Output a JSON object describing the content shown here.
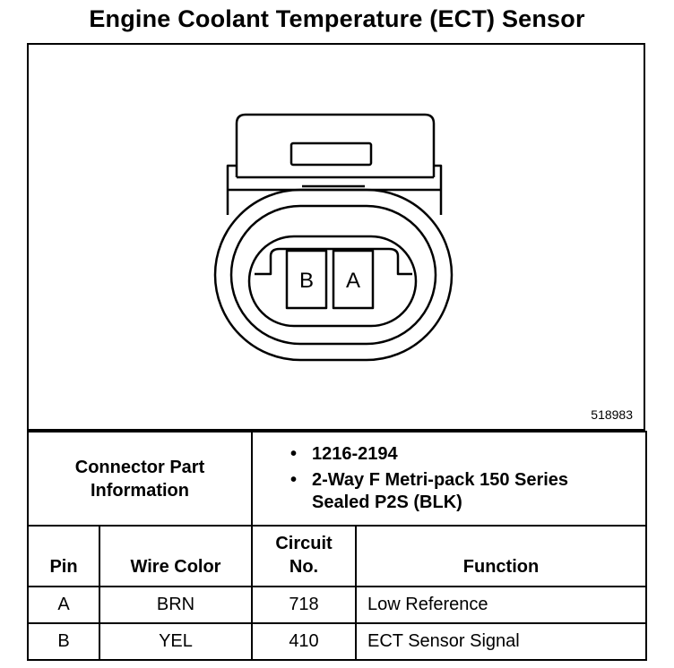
{
  "title": "Engine Coolant Temperature (ECT) Sensor",
  "diagram": {
    "pin_labels": [
      "B",
      "A"
    ],
    "reference_number": "518983"
  },
  "connector": {
    "label_line1": "Connector Part",
    "label_line2": "Information",
    "items": [
      "1216-2194",
      "2-Way F Metri-pack 150 Series",
      "Sealed P2S (BLK)"
    ]
  },
  "table": {
    "headers": {
      "pin": "Pin",
      "wire_color": "Wire Color",
      "circuit_line1": "Circuit",
      "circuit_line2": "No.",
      "function": "Function"
    },
    "rows": [
      {
        "pin": "A",
        "wire_color": "BRN",
        "circuit": "718",
        "function": "Low Reference"
      },
      {
        "pin": "B",
        "wire_color": "YEL",
        "circuit": "410",
        "function": "ECT Sensor Signal"
      }
    ]
  }
}
